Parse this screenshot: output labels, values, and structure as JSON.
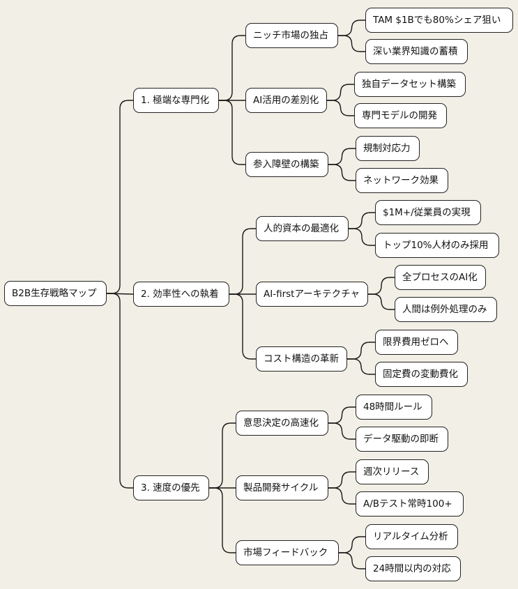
{
  "mindmap": {
    "root": "B2B生存戦略マップ",
    "branches": [
      {
        "label": "1. 極端な専門化",
        "children": [
          {
            "label": "ニッチ市場の独占",
            "children": [
              "TAM $1Bでも80%シェア狙い",
              "深い業界知識の蓄積"
            ]
          },
          {
            "label": "AI活用の差別化",
            "children": [
              "独自データセット構築",
              "専門モデルの開発"
            ]
          },
          {
            "label": "参入障壁の構築",
            "children": [
              "規制対応力",
              "ネットワーク効果"
            ]
          }
        ]
      },
      {
        "label": "2. 効率性への執着",
        "children": [
          {
            "label": "人的資本の最適化",
            "children": [
              "$1M+/従業員の実現",
              "トップ10%人材のみ採用"
            ]
          },
          {
            "label": "AI-firstアーキテクチャ",
            "children": [
              "全プロセスのAI化",
              "人間は例外処理のみ"
            ]
          },
          {
            "label": "コスト構造の革新",
            "children": [
              "限界費用ゼロへ",
              "固定費の変動費化"
            ]
          }
        ]
      },
      {
        "label": "3. 速度の優先",
        "children": [
          {
            "label": "意思決定の高速化",
            "children": [
              "48時間ルール",
              "データ駆動の即断"
            ]
          },
          {
            "label": "製品開発サイクル",
            "children": [
              "週次リリース",
              "A/Bテスト常時100+"
            ]
          },
          {
            "label": "市場フィードバック",
            "children": [
              "リアルタイム分析",
              "24時間以内の対応"
            ]
          }
        ]
      }
    ]
  }
}
